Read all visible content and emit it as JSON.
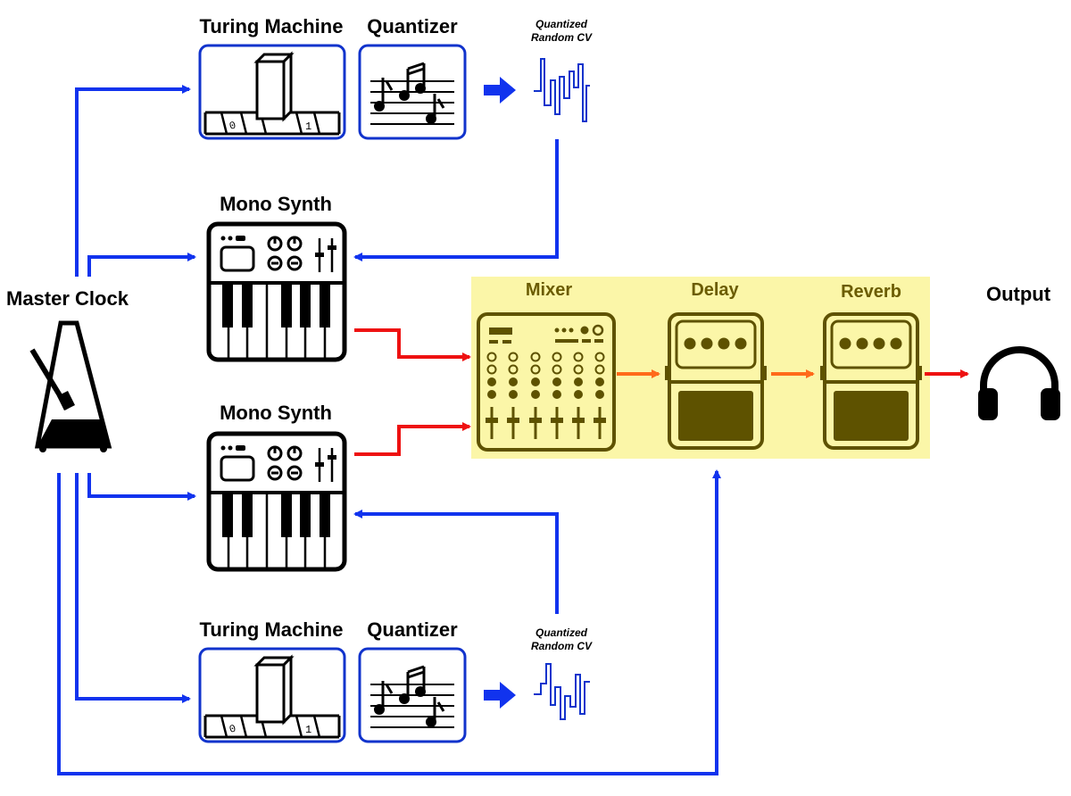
{
  "title": "",
  "nodes": {
    "master_clock": {
      "label": "Master Clock",
      "icon": "metronome-icon"
    },
    "turing_top": {
      "label": "Turing Machine",
      "icon": "turing-tape-icon"
    },
    "quantizer_top": {
      "label": "Quantizer",
      "icon": "music-notes-icon"
    },
    "cv_top": {
      "label_line1": "Quantized",
      "label_line2": "Random CV",
      "icon": "stepped-waveform-icon"
    },
    "synth_top": {
      "label": "Mono Synth",
      "icon": "synth-keyboard-icon"
    },
    "synth_bottom": {
      "label": "Mono Synth",
      "icon": "synth-keyboard-icon"
    },
    "turing_bottom": {
      "label": "Turing Machine",
      "icon": "turing-tape-icon"
    },
    "quantizer_bottom": {
      "label": "Quantizer",
      "icon": "music-notes-icon"
    },
    "cv_bottom": {
      "label_line1": "Quantized",
      "label_line2": "Random CV",
      "icon": "stepped-waveform-icon"
    },
    "mixer": {
      "label": "Mixer",
      "icon": "mixer-icon"
    },
    "delay": {
      "label": "Delay",
      "icon": "effect-pedal-icon"
    },
    "reverb": {
      "label": "Reverb",
      "icon": "effect-pedal-icon"
    },
    "output": {
      "label": "Output",
      "icon": "headphones-icon"
    }
  },
  "colors": {
    "clock_wire": "#1133ee",
    "audio_wire": "#ee1111",
    "fx_wire": "#ff6a1a",
    "fx_panel": "#fbf6a8",
    "fx_icon": "#5e5200",
    "box_border": "#1133cc"
  }
}
